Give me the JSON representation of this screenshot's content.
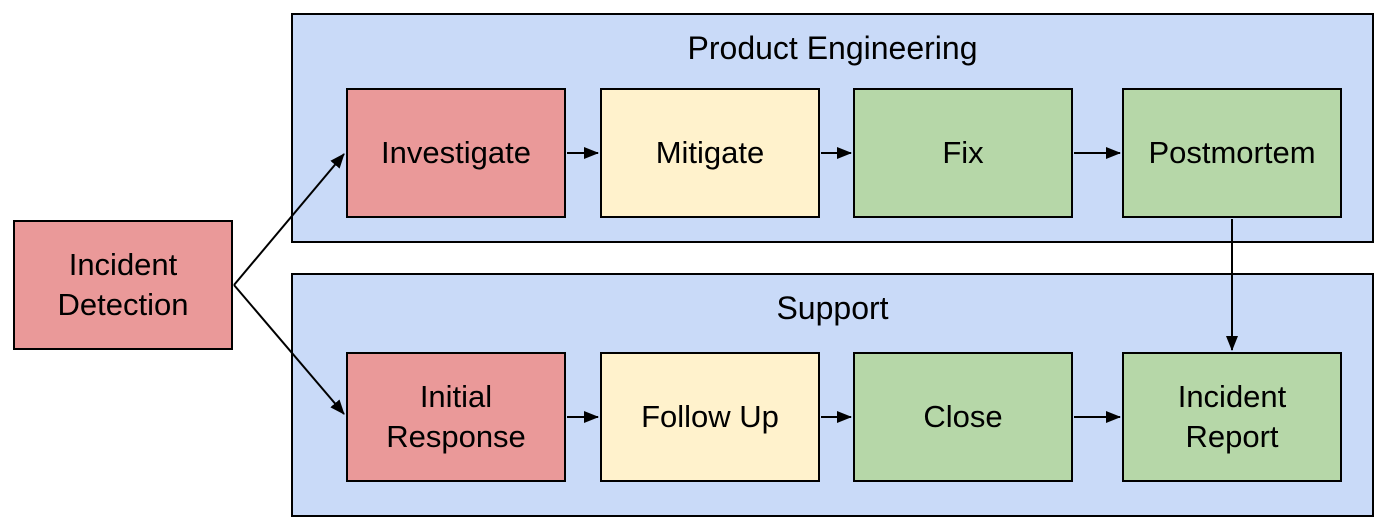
{
  "diagram": {
    "type": "flowchart-swimlanes",
    "colors": {
      "lane_fill": "#c9daf8",
      "stage_red": "#ea9999",
      "stage_yellow": "#fff2cc",
      "stage_green": "#b6d7a8",
      "border": "#000000",
      "arrow": "#000000",
      "background": "#ffffff"
    },
    "lanes": [
      {
        "id": "product-engineering",
        "title": "Product Engineering"
      },
      {
        "id": "support",
        "title": "Support"
      }
    ],
    "nodes": [
      {
        "id": "incident-detection",
        "label": "Incident Detection",
        "color": "red",
        "lane": null
      },
      {
        "id": "investigate",
        "label": "Investigate",
        "color": "red",
        "lane": "product-engineering"
      },
      {
        "id": "mitigate",
        "label": "Mitigate",
        "color": "yellow",
        "lane": "product-engineering"
      },
      {
        "id": "fix",
        "label": "Fix",
        "color": "green",
        "lane": "product-engineering"
      },
      {
        "id": "postmortem",
        "label": "Postmortem",
        "color": "green",
        "lane": "product-engineering"
      },
      {
        "id": "initial-response",
        "label": "Initial Response",
        "color": "red",
        "lane": "support"
      },
      {
        "id": "follow-up",
        "label": "Follow Up",
        "color": "yellow",
        "lane": "support"
      },
      {
        "id": "close",
        "label": "Close",
        "color": "green",
        "lane": "support"
      },
      {
        "id": "incident-report",
        "label": "Incident Report",
        "color": "green",
        "lane": "support"
      }
    ],
    "connections": [
      {
        "from": "incident-detection",
        "to": "investigate"
      },
      {
        "from": "incident-detection",
        "to": "initial-response"
      },
      {
        "from": "investigate",
        "to": "mitigate"
      },
      {
        "from": "mitigate",
        "to": "fix"
      },
      {
        "from": "fix",
        "to": "postmortem"
      },
      {
        "from": "postmortem",
        "to": "incident-report"
      },
      {
        "from": "initial-response",
        "to": "follow-up"
      },
      {
        "from": "follow-up",
        "to": "close"
      },
      {
        "from": "close",
        "to": "incident-report"
      }
    ]
  }
}
